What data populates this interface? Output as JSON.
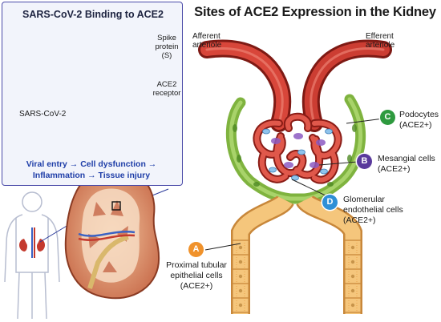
{
  "title": "Sites of ACE2 Expression in the Kidney",
  "inset": {
    "title": "SARS-CoV-2 Binding to ACE2",
    "virus_label": "SARS-CoV-2",
    "spike_label": "Spike protein (S)",
    "receptor_label": "ACE2 receptor",
    "caption_line1": "Viral entry → Cell dysfunction →",
    "caption_line2": "Inflammation → Tissue injury"
  },
  "vessels": {
    "afferent": "Afferent arteriole",
    "efferent": "Efferent arteriole"
  },
  "callouts": [
    {
      "letter": "C",
      "text": "Podocytes (ACE2+)",
      "color": "#2e9a3f"
    },
    {
      "letter": "B",
      "text": "Mesangial cells (ACE2+)",
      "color": "#5a3a9c"
    },
    {
      "letter": "D",
      "text": "Glomerular endothelial cells (ACE2+)",
      "color": "#2f8fd6"
    },
    {
      "letter": "A",
      "text": "Proximal tubular epithelial cells (ACE2+)",
      "color": "#f0922b"
    }
  ],
  "colors": {
    "capsule": "#7fb33f",
    "tubule": "#f0b45a",
    "arteriole": "#c23a2e",
    "virus_spike": "#d23a2c",
    "inset_border": "#4a4aa8",
    "caption": "#1f3ea8"
  }
}
